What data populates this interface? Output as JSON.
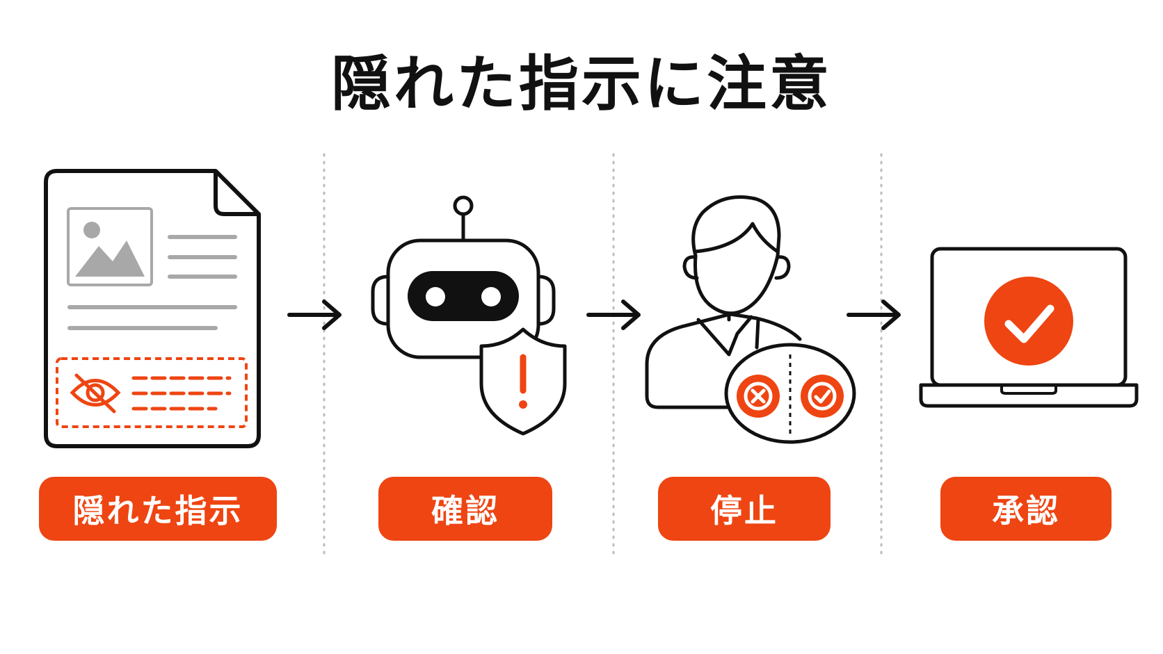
{
  "title": "隠れた指示に注意",
  "colors": {
    "accent": "#EE4512",
    "ink": "#111111",
    "gray": "#A8A8A8",
    "divider": "#BDBDBD"
  },
  "steps": [
    {
      "label": "隠れた指示",
      "icon": "hidden-instruction-document-icon"
    },
    {
      "label": "確認",
      "icon": "robot-shield-warning-icon"
    },
    {
      "label": "停止",
      "icon": "person-decision-icon"
    },
    {
      "label": "承認",
      "icon": "laptop-checkmark-icon"
    }
  ],
  "connectors": [
    "arrow-right-icon",
    "arrow-right-icon",
    "arrow-right-icon"
  ]
}
